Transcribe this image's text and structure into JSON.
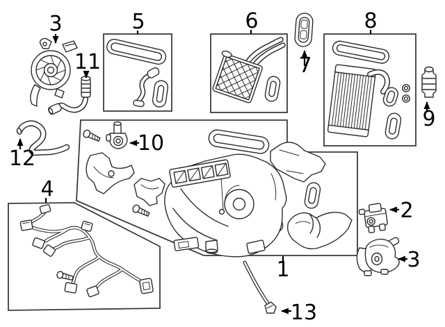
{
  "diagram": {
    "type": "exploded-parts-diagram",
    "subject": "hvac-heater-and-evaporator-assembly",
    "background_color": "#ffffff",
    "line_color": "#2b2b2b",
    "box_color": "#3a3a3a",
    "label_color": "#000000",
    "callouts": [
      {
        "name": "blower-motor",
        "label": "3",
        "pointer": "arrow-down"
      },
      {
        "name": "valve-with-hose",
        "label": "11",
        "pointer": "arrow-down"
      },
      {
        "name": "seal-kit-box",
        "label": "5",
        "pointer": "leader"
      },
      {
        "name": "heater-core-box",
        "label": "6",
        "pointer": "leader"
      },
      {
        "name": "grommet",
        "label": "7",
        "pointer": "arrow-up"
      },
      {
        "name": "evaporator-core-box",
        "label": "8",
        "pointer": "leader"
      },
      {
        "name": "sensor",
        "label": "9",
        "pointer": "arrow-up"
      },
      {
        "name": "drain-hose",
        "label": "12",
        "pointer": "arrow-up"
      },
      {
        "name": "power-transistor",
        "label": "10",
        "pointer": "arrow-left"
      },
      {
        "name": "wire-harness-box",
        "label": "4",
        "pointer": "leader"
      },
      {
        "name": "main-unit-box",
        "label": "1",
        "pointer": "leader"
      },
      {
        "name": "actuator-upper",
        "label": "2",
        "pointer": "arrow-left"
      },
      {
        "name": "actuator-lower",
        "label": "3",
        "pointer": "arrow-left"
      },
      {
        "name": "drain-tube",
        "label": "13",
        "pointer": "arrow-left"
      }
    ]
  }
}
